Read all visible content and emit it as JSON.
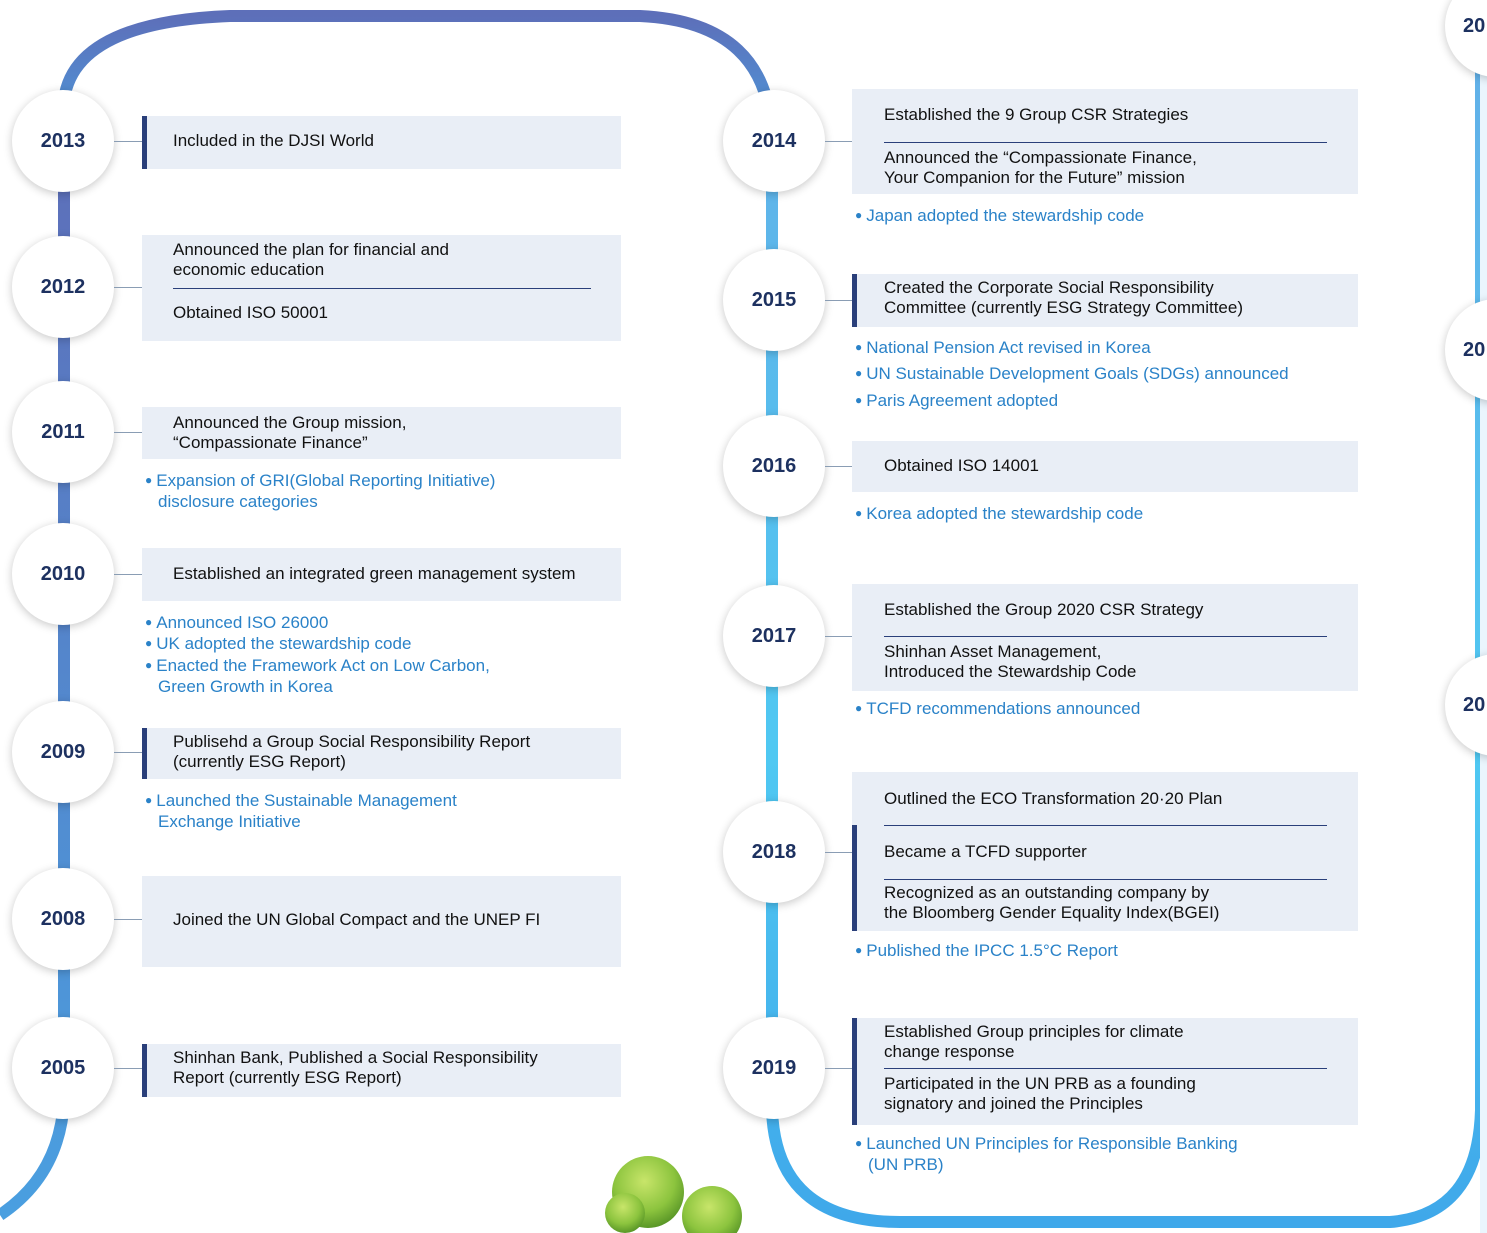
{
  "colors": {
    "accent_bar": "#2a3f7a",
    "note_text": "#2a82c8",
    "box_bg": "#e9eef6",
    "year_text": "#1d3160",
    "track_start": "#5d6fb9",
    "track_end": "#4fc3f0"
  },
  "left_column": [
    {
      "year": "2013",
      "items": [
        "Included in the DJSI World"
      ],
      "notes": []
    },
    {
      "year": "2012",
      "items": [
        "Announced the plan for financial and\neconomic education",
        "Obtained ISO 50001"
      ],
      "notes": []
    },
    {
      "year": "2011",
      "items": [
        "Announced the Group mission,\n“Compassionate Finance”"
      ],
      "notes": [
        "Expansion of GRI(Global Reporting Initiative)\ndisclosure categories"
      ]
    },
    {
      "year": "2010",
      "items": [
        "Established an integrated green management system"
      ],
      "notes": [
        "Announced ISO 26000",
        "UK adopted the stewardship code",
        "Enacted the Framework Act on Low Carbon,\nGreen Growth in Korea"
      ]
    },
    {
      "year": "2009",
      "items": [
        "Publisehd a Group Social Responsibility Report\n(currently ESG Report)"
      ],
      "notes": [
        "Launched the Sustainable Management\nExchange Initiative"
      ]
    },
    {
      "year": "2008",
      "items": [
        "Joined the UN Global Compact and the UNEP FI"
      ],
      "notes": []
    },
    {
      "year": "2005",
      "items": [
        "Shinhan Bank, Published a Social Responsibility\nReport (currently ESG Report)"
      ],
      "notes": []
    }
  ],
  "middle_column": [
    {
      "year": "2014",
      "items": [
        "Established the 9 Group CSR  Strategies",
        "Announced the “Compassionate Finance,\nYour Companion for the Future” mission"
      ],
      "notes": [
        "Japan adopted the stewardship code"
      ]
    },
    {
      "year": "2015",
      "items": [
        "Created the Corporate Social Responsibility\nCommittee (currently ESG Strategy Committee)"
      ],
      "notes": [
        "National Pension Act revised in Korea",
        "UN Sustainable Development Goals (SDGs) announced",
        "Paris Agreement adopted"
      ]
    },
    {
      "year": "2016",
      "items": [
        "Obtained ISO 14001"
      ],
      "notes": [
        "Korea adopted the stewardship code"
      ]
    },
    {
      "year": "2017",
      "items": [
        "Established the Group 2020 CSR Strategy",
        "Shinhan Asset Management,\nIntroduced the Stewardship Code"
      ],
      "notes": [
        "TCFD recommendations announced"
      ]
    },
    {
      "year": "2018",
      "items": [
        "Outlined the ECO Transformation 20·20 Plan",
        "Became a TCFD supporter",
        "Recognized as an outstanding company by\nthe Bloomberg Gender Equality  Index(BGEI)"
      ],
      "notes": [
        "Published the IPCC 1.5°C Report"
      ]
    },
    {
      "year": "2019",
      "items": [
        "Established Group principles for climate\nchange response",
        "Participated in the UN PRB as a founding\nsignatory and joined the Principles"
      ],
      "notes": [
        "Launched UN Principles for Responsible Banking\n(UN PRB)"
      ]
    }
  ],
  "right_column_partial_years": [
    "20",
    "20",
    "20"
  ]
}
